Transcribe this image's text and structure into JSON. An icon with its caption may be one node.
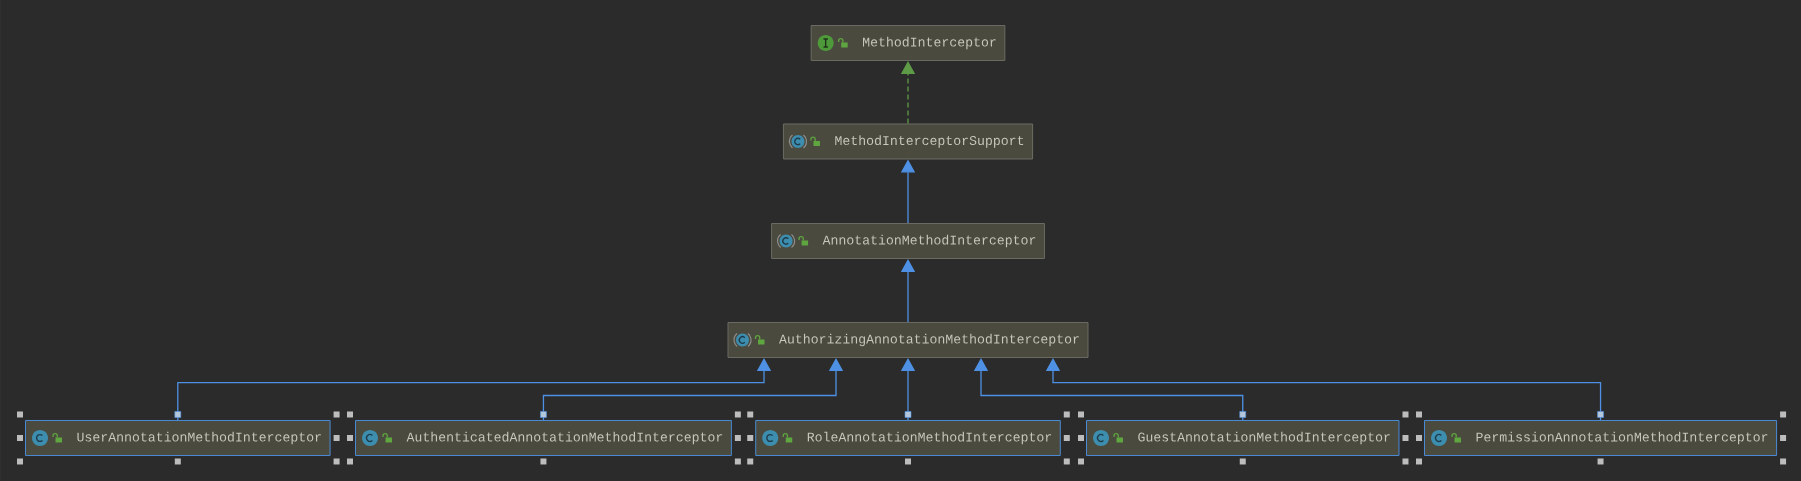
{
  "diagram": {
    "nodes": [
      {
        "text": [
          "MethodInterceptor"
        ]
      },
      {
        "text": [
          "MethodInterceptorSupport"
        ]
      },
      {
        "text": [
          "AnnotationMethodInterceptor"
        ]
      },
      {
        "text": [
          "AuthorizingAnnotationMethodInterceptor"
        ]
      },
      {
        "text": [
          "UserAnnotationMethodInterceptor"
        ]
      },
      {
        "text": [
          "AuthenticatedAnnotationMethodInterceptor"
        ]
      },
      {
        "text": [
          "RoleAnnotationMethodInterceptor"
        ]
      },
      {
        "text": [
          "GuestAnnotationMethodInterceptor"
        ]
      },
      {
        "text": [
          "PermissionAnnotationMethodInterceptor"
        ]
      }
    ],
    "edges": [
      {
        "from": 1,
        "to": 0,
        "arrow": "to",
        "style": "dashed",
        "color": "#5e9b47"
      },
      {
        "from": 2,
        "to": 1,
        "arrow": "to"
      },
      {
        "from": 3,
        "to": 2,
        "arrow": "to"
      },
      {
        "from": 4,
        "to": 3,
        "arrow": "to"
      },
      {
        "from": 5,
        "to": 3,
        "arrow": "to"
      },
      {
        "from": 6,
        "to": 3,
        "arrow": "to"
      },
      {
        "from": 7,
        "to": 3,
        "arrow": "to"
      },
      {
        "from": 8,
        "to": 3,
        "arrow": "to"
      }
    ]
  }
}
